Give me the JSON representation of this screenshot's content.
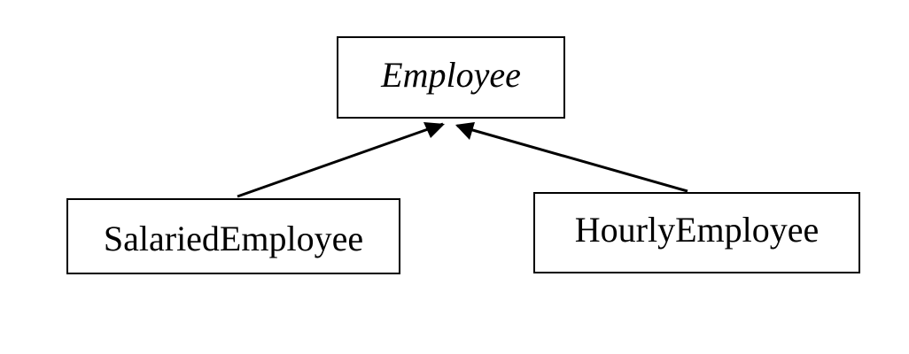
{
  "diagram": {
    "parent_class": {
      "name": "Employee",
      "abstract": true
    },
    "child_classes": [
      {
        "name": "SalariedEmployee"
      },
      {
        "name": "HourlyEmployee"
      }
    ],
    "relationship": "inheritance",
    "colors": {
      "line": "#000000",
      "box_border": "#000000",
      "background": "#ffffff"
    }
  }
}
